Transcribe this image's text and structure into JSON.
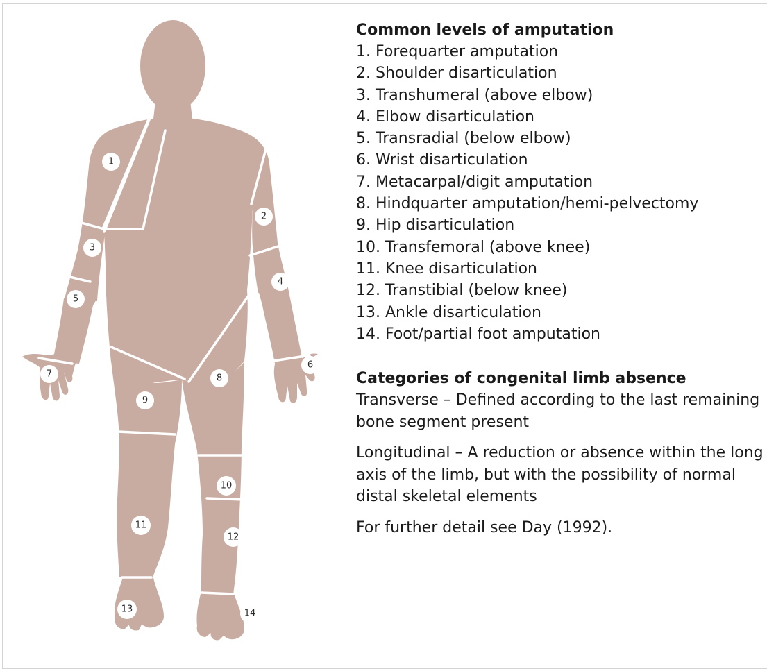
{
  "amputation_levels": {
    "heading": "Common levels of amputation",
    "items": [
      "1. Forequarter amputation",
      "2. Shoulder disarticulation",
      "3. Transhumeral (above elbow)",
      "4. Elbow disarticulation",
      "5. Transradial (below elbow)",
      "6. Wrist disarticulation",
      "7. Metacarpal/digit amputation",
      "8. Hindquarter amputation/hemi-pelvectomy",
      "9. Hip disarticulation",
      "10. Transfemoral (above knee)",
      "11. Knee disarticulation",
      "12. Transtibial (below knee)",
      "13. Ankle disarticulation",
      "14. Foot/partial foot amputation"
    ]
  },
  "congenital": {
    "heading": "Categories of congenital limb absence",
    "paragraphs": [
      "Transverse – Defined according to the last remaining bone segment present",
      "Longitudinal – A reduction or absence within the long axis of the limb, but with the possibility of normal distal skeletal elements",
      "For further detail see Day (1992)."
    ]
  },
  "figure": {
    "body_color": "#c8aca2",
    "badge_color": "#ffffff",
    "badges": [
      "1",
      "2",
      "3",
      "4",
      "5",
      "6",
      "7",
      "8",
      "9",
      "10",
      "11",
      "12",
      "13",
      "14"
    ]
  }
}
